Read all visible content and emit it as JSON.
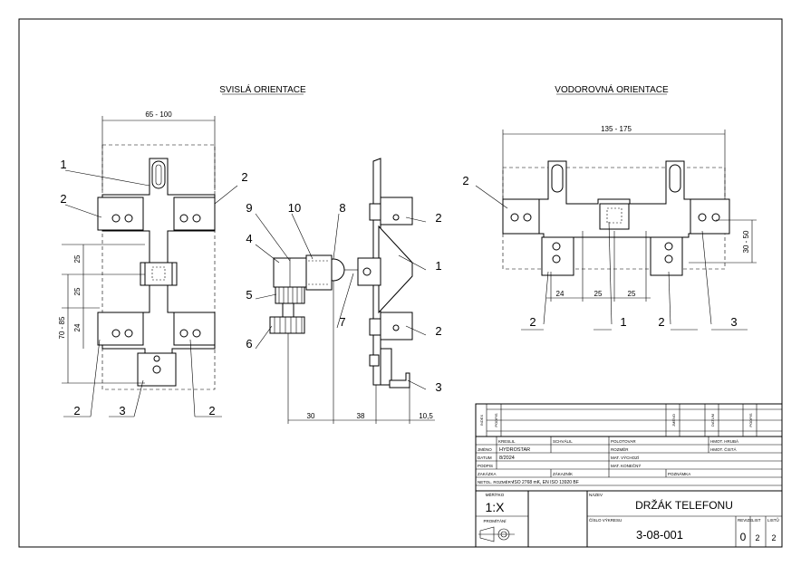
{
  "views": {
    "vertical_title": "SVISLÁ ORIENTACE",
    "horizontal_title": "VODOROVNÁ ORIENTACE"
  },
  "dimensions": {
    "width_vertical": "65 - 100",
    "d25a": "25",
    "d25b": "25",
    "d70_85": "70 - 85",
    "d24v": "24",
    "d30": "30",
    "d38": "38",
    "d10_5": "10,5",
    "width_horizontal": "135 - 175",
    "d24h": "24",
    "d25c": "25",
    "d25d": "25",
    "d30_50": "30 - 50"
  },
  "callouts": {
    "c1a": "1",
    "c2a": "2",
    "c2b": "2",
    "c2c": "2",
    "c3a": "3",
    "c2d": "2",
    "c9": "9",
    "c10": "10",
    "c8": "8",
    "c4": "4",
    "c5": "5",
    "c6": "6",
    "c7": "7",
    "c2e": "2",
    "c1b": "1",
    "c2f": "2",
    "c3b": "3",
    "c2g": "2",
    "c2h": "2",
    "c1c": "1",
    "c2i": "2",
    "c3c": "3"
  },
  "title_block": {
    "index": "INDEX",
    "podpis": "PODPIS",
    "jmeno_top": "JMÉNO",
    "datum_top": "DATUM",
    "podpis_top": "PODPIS",
    "kreslil": "KRESLIL",
    "schvalil": "SCHVÁLIL",
    "polotovar": "POLOTOVAR",
    "hmot_hruba": "HMOT. HRUBÁ",
    "jmeno": "JMÉNO",
    "jmeno_value": "HYDROSTAR",
    "rozmer": "ROZMĚR",
    "hmot_cista": "HMOT. ČISTÁ",
    "datum": "DATUM",
    "datum_value": "8/2024",
    "mat_vychozi": "MAT. VÝCHOZÍ",
    "podpis_row": "PODPIS",
    "mat_konecny": "MAT. KONEČNÝ",
    "zakazka": "ZAKÁZKA",
    "zakaznik": "ZÁKAZNÍK",
    "poznamka": "POZNÁMKA",
    "netol_rozmery": "NETOL. ROZMĚRY",
    "tolerances": "ISO 2768 mK, EN ISO 13920 BF",
    "meritko": "MĚŘÍTKO",
    "scale": "1:X",
    "promitani": "PROMÍTÁNÍ",
    "nazev": "NÁZEV",
    "title": "DRŽÁK TELEFONU",
    "cislo_vykresu": "ČÍSLO VÝKRESU",
    "drawing_number": "3-08-001",
    "revize": "REVIZE",
    "revize_value": "0",
    "list": "LIST",
    "list_value": "2",
    "listu": "LISTŮ",
    "listu_value": "2"
  }
}
